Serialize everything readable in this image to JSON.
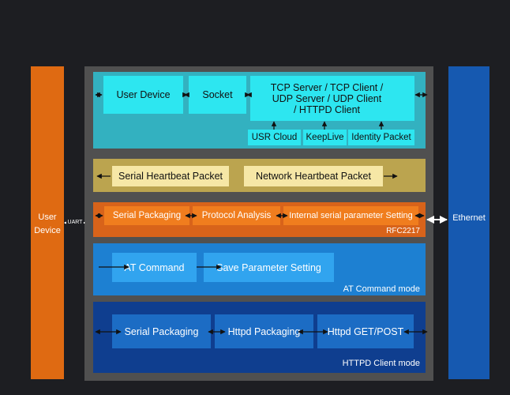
{
  "colors": {
    "background": "#1d1e22",
    "frame": "#505050",
    "user_device_bar": "#df6a12",
    "ethernet_bar": "#1659b0",
    "socket_layer": "#33b1c0",
    "socket_box": "#2de6f0",
    "heartbeat_layer": "#bba44f",
    "heartbeat_box": "#f6e7a6",
    "rfc_layer": "#d8631a",
    "rfc_box": "#f07d1e",
    "at_layer": "#1d80d2",
    "at_box": "#31a4ef",
    "httpd_layer": "#0f3e8f",
    "httpd_box": "#1c6cc4"
  },
  "left_bar": {
    "label_line1": "User",
    "label_line2": "Device"
  },
  "uart_label": "UART",
  "right_bar": {
    "label": "Ethernet"
  },
  "socket_layer": {
    "user_device": "User Device",
    "socket": "Socket",
    "tcp_line1": "TCP Server / TCP Client /",
    "tcp_line2": "UDP Server / UDP Client",
    "tcp_line3": "/ HTTPD Client",
    "usr_cloud": "USR Cloud",
    "keeplive": "KeepLive",
    "identity_packet": "Identity Packet"
  },
  "heartbeat_layer": {
    "serial_heartbeat": "Serial Heartbeat Packet",
    "network_heartbeat": "Network Heartbeat Packet"
  },
  "rfc_layer": {
    "serial_packaging": "Serial Packaging",
    "protocol_analysis": "Protocol Analysis",
    "internal_serial": "Internal serial parameter Setting",
    "caption": "RFC2217"
  },
  "at_layer": {
    "at_command": "AT Command",
    "save_parameter": "Save Parameter Setting",
    "caption": "AT Command mode"
  },
  "httpd_layer": {
    "serial_packaging": "Serial Packaging",
    "httpd_packaging": "Httpd Packaging",
    "httpd_get_post": "Httpd GET/POST",
    "caption": "HTTPD Client mode"
  }
}
